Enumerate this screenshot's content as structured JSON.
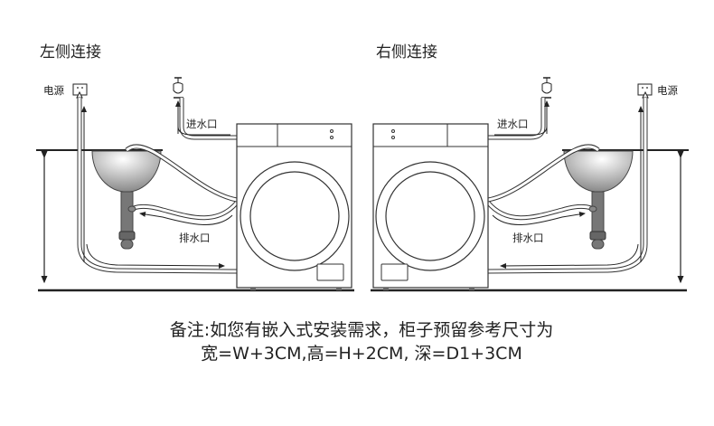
{
  "left": {
    "title": "左侧连接",
    "power_label": "电源",
    "inlet_label": "进水口",
    "drain_label": "排水口"
  },
  "right": {
    "title": "右侧连接",
    "power_label": "电源",
    "inlet_label": "进水口",
    "drain_label": "排水口"
  },
  "note": {
    "line1": "备注:如您有嵌入式安装需求，柜子预留参考尺寸为",
    "line2": "宽=W+3CM,高=H+2CM, 深=D1+3CM"
  }
}
